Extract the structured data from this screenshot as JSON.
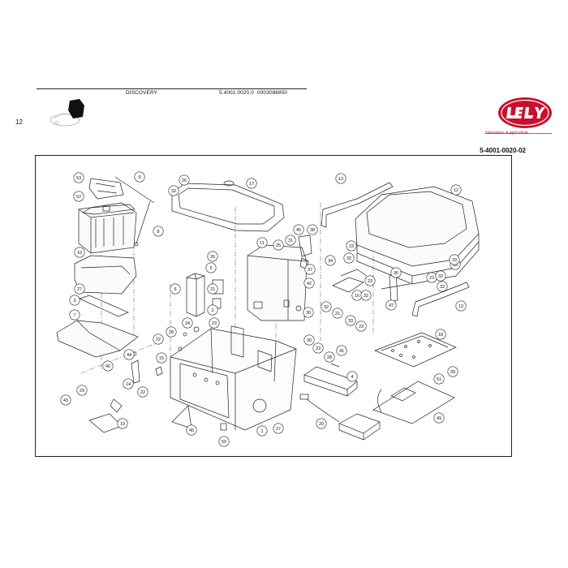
{
  "header": {
    "page_number": "12",
    "model": "DISCOVERY",
    "part_number": "5.4001.0020.0",
    "code": "0003086850",
    "document_ref": "5-4001-0020-02"
  },
  "brand": {
    "logo_text": "LELY",
    "tagline": "innovators in agriculture",
    "color": "#c8102e"
  },
  "callouts": [
    "53",
    "9",
    "26",
    "32",
    "17",
    "13",
    "12",
    "52",
    "8",
    "45",
    "38",
    "25",
    "11",
    "31",
    "23",
    "32",
    "33",
    "10",
    "34",
    "36",
    "37",
    "42",
    "21",
    "16",
    "32",
    "27",
    "3",
    "6",
    "2",
    "21",
    "47",
    "13",
    "32",
    "33",
    "32",
    "23",
    "23",
    "7",
    "24",
    "23",
    "30",
    "28",
    "22",
    "30",
    "18",
    "41",
    "23",
    "28",
    "40",
    "44",
    "15",
    "14",
    "22",
    "4",
    "29",
    "39",
    "51",
    "43",
    "19",
    "45",
    "50",
    "1",
    "27",
    "20",
    "49",
    "5",
    "26",
    "23",
    "32",
    "33"
  ]
}
